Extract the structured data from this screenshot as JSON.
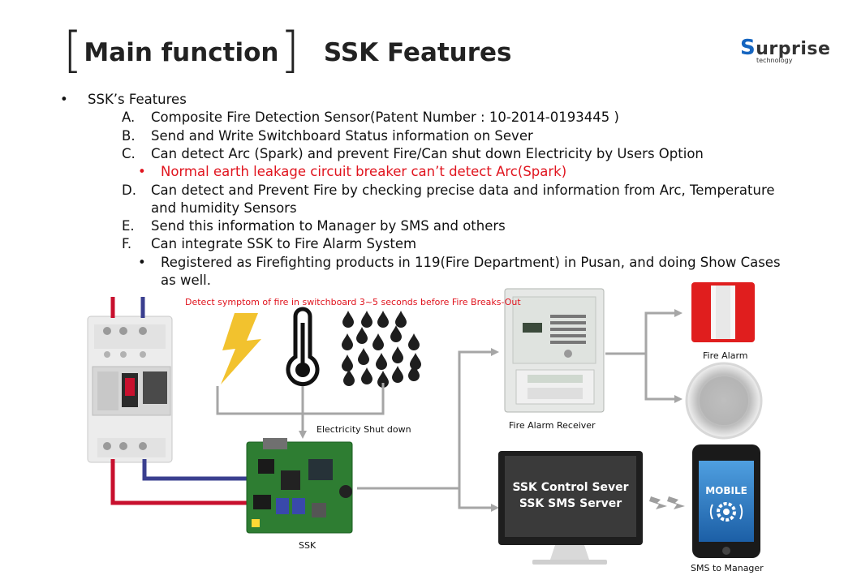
{
  "header": {
    "bracket_open": "[",
    "title_main": "Main function",
    "bracket_close": "]",
    "title_sub": "SSK Features"
  },
  "logo": {
    "first_letter": "S",
    "rest": "urprise",
    "sub": "technology"
  },
  "features": {
    "heading": "SSK’s Features",
    "items": [
      {
        "letter": "A.",
        "text": "Composite Fire Detection Sensor(Patent Number : 10-2014-0193445  )"
      },
      {
        "letter": "B.",
        "text": "Send and Write Switchboard Status information on Sever"
      },
      {
        "letter": "C.",
        "text": "Can detect Arc (Spark) and prevent Fire/Can shut down Electricity by Users Option"
      },
      {
        "letter": "D.",
        "text": "Can detect and Prevent  Fire by checking precise data and information from Arc, Temperature",
        "text2": "and humidity Sensors"
      },
      {
        "letter": "E.",
        "text": "Send this information to Manager by SMS and others"
      },
      {
        "letter": "F.",
        "text": "Can integrate SSK to Fire Alarm System"
      }
    ],
    "note_c": "Normal earth leakage circuit breaker  can’t detect Arc(Spark)",
    "note_f": "Registered as Firefighting products in 119(Fire Department) in Pusan, and doing Show Cases",
    "note_f2": "as well."
  },
  "diagram": {
    "detect_label": "Detect symptom of fire in switchboard  3~5 seconds before Fire Breaks-Out",
    "shutdown_label": "Electricity Shut down",
    "ssk_label": "SSK",
    "receiver_label": "Fire Alarm Receiver",
    "fire_alarm_label": "Fire Alarm",
    "server_line1": "SSK Control Sever",
    "server_line2": "SSK SMS Server",
    "mobile_label": "MOBILE",
    "sms_label": "SMS to Manager"
  },
  "colors": {
    "accent_red": "#e0141e",
    "logo_blue": "#1565c0",
    "wire_red": "#c8102e",
    "wire_blue": "#3a3f8f",
    "arrow_gray": "#a6a6a6"
  },
  "icons": [
    "lightning-icon",
    "thermometer-icon",
    "water-drops-icon",
    "gear-icon",
    "signal-waves-icon"
  ]
}
